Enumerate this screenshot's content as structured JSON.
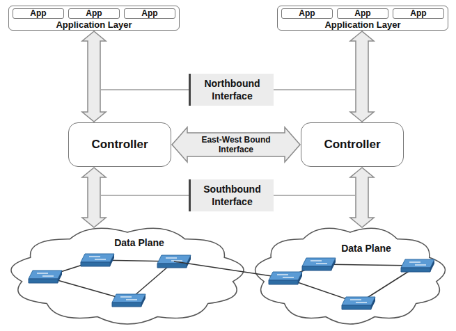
{
  "diagram": {
    "nodes": [
      {
        "text": [
          "Application Layer"
        ]
      },
      {
        "text": [
          "App"
        ],
        "in": 0
      },
      {
        "text": [
          "App"
        ],
        "in": 0
      },
      {
        "text": [
          "App"
        ],
        "in": 0
      },
      {
        "text": [
          "Application Layer"
        ]
      },
      {
        "text": [
          "App"
        ],
        "in": 4
      },
      {
        "text": [
          "App"
        ],
        "in": 4
      },
      {
        "text": [
          "App"
        ],
        "in": 4
      },
      {
        "text": [
          "Northbound Interface"
        ]
      },
      {
        "text": [
          "Controller"
        ]
      },
      {
        "text": [
          "Controller"
        ]
      },
      {
        "text": [
          "Southbound Interface"
        ]
      },
      {
        "text": [
          "Data Plane"
        ]
      },
      {
        "text": [
          "Data Plane"
        ]
      }
    ],
    "edges": [
      {
        "from": 0,
        "to": 9,
        "arrow": "both"
      },
      {
        "from": 4,
        "to": 10,
        "arrow": "both"
      },
      {
        "from": 9,
        "to": 10,
        "label": "East-West Bound Interface",
        "arrow": "both"
      },
      {
        "from": 9,
        "to": 12,
        "arrow": "both"
      },
      {
        "from": 10,
        "to": 13,
        "arrow": "both"
      }
    ]
  }
}
